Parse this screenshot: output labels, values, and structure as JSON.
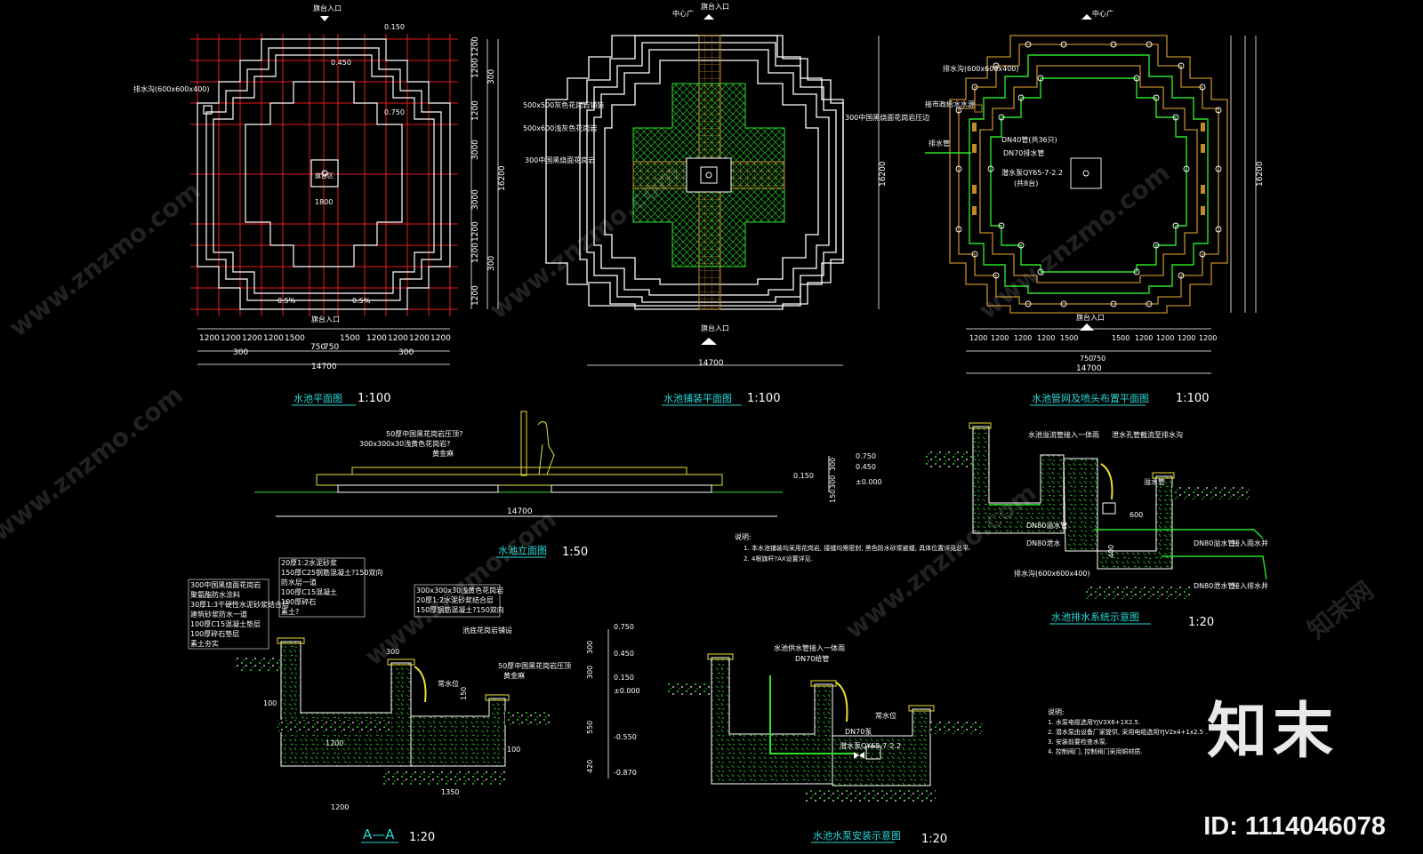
{
  "watermark": {
    "site": "www.znzmo.com",
    "site_cn": "知末网",
    "logo": "知末",
    "id_text": "ID: 1114046078"
  },
  "plan1": {
    "title": "水池平面图",
    "scale": "1:100",
    "top_entry": "旗台入口",
    "bottom_entry": "旗台入口",
    "center_label": "旗台区",
    "center_size": "1800",
    "drain": "排水沟(600x600x400)",
    "elev_labels": [
      "0.150",
      "0.450",
      "0.750",
      "0.5%",
      "0.5%"
    ],
    "bottom_dims": [
      "1200",
      "1200",
      "1200",
      "1200",
      "1500",
      "750",
      "750",
      "1500",
      "1200",
      "1200",
      "1200",
      "1200"
    ],
    "bottom_sub": [
      "300",
      "300"
    ],
    "total": "14700",
    "right_dims": [
      "1200",
      "1200",
      "1200",
      "3000",
      "3000",
      "1200",
      "1200",
      "1200"
    ],
    "right_sub": [
      "300",
      "300"
    ],
    "right_total": "16200"
  },
  "plan2": {
    "title": "水池铺装平面图",
    "scale": "1:100",
    "top_entry": "旗台入口",
    "bottom_entry": "旗台入口",
    "top_label": "中心广",
    "notes": [
      "500x500灰色花岗岩铺装",
      "500x600浅灰色花岗岩",
      "300中国黑烧面花岗岩",
      "300中国黑烧面花岗岩压边"
    ],
    "total": "14700",
    "right_total": "16200"
  },
  "plan3": {
    "title": "水池管网及喷头布置平面图",
    "scale": "1:100",
    "top_entry": "中心广",
    "bottom_entry": "旗台入口",
    "notes": [
      "排水沟(600x600x400)",
      "接市政给水水源",
      "排水管",
      "DN40管(共36只)",
      "DN70排水管",
      "潜水泵QY65-7-2.2",
      "(共8台)"
    ],
    "bottom_dims": [
      "1200",
      "1200",
      "1200",
      "1200",
      "1500",
      "750",
      "750",
      "1500",
      "1200",
      "1200",
      "1200",
      "1200"
    ],
    "total": "14700",
    "right_total": "16200"
  },
  "elevation": {
    "title": "水池立面图",
    "scale": "1:50",
    "notes": [
      "50厚中国黑花岗岩压顶?",
      "300x300x30浅黄色花岗岩?",
      "黄金麻"
    ],
    "levels": [
      "0.750",
      "0.450",
      "0.150",
      "±0.000"
    ],
    "side_dims": [
      "300",
      "300",
      "150"
    ],
    "total": "14700",
    "remarks_title": "说明:",
    "remarks": [
      "1. 本水池铺装均采用花岗岩, 接缝均需密封, 黑色防水砂浆嵌缝, 具体位置详见总平.",
      "2. 4根旗杆?AX设置详见."
    ]
  },
  "drainage": {
    "title": "水池排水系统示意图",
    "scale": "1:20",
    "notes": [
      "水池溢流管接入一体雨",
      "泄水孔管截流至排水沟",
      "溢水管",
      "DN80溢水管",
      "DN80泄水",
      "排水沟(600x600x400)",
      "DN80溢水管",
      "接入雨水井",
      "DN80泄水管",
      "接入排水井"
    ],
    "dims": [
      "600",
      "400"
    ]
  },
  "section_aa": {
    "title": "A—A",
    "scale": "1:20",
    "notes_left": [
      "300中国黑烧面花岗岩",
      "聚氨酯防水涂料",
      "30厚1:3干硬性水泥砂浆结合层",
      "建筑砂浆防水一道",
      "100厚C15混凝土垫层",
      "100厚碎石垫层",
      "素土夯实"
    ],
    "notes_top": [
      "20厚1:2水泥砂浆",
      "150厚C25钢筋混凝土?150双向",
      "防水层一道",
      "100厚C15混凝土",
      "100厚碎石",
      "素土?"
    ],
    "notes_inner": [
      "300x300x30浅黄色花岗岩",
      "20厚1:2水泥砂浆结合层",
      "150厚钢筋混凝土?150双向"
    ],
    "notes_right": [
      "池底花岗岩铺设",
      "50厚中国黑花岗岩压顶",
      "黄金麻"
    ],
    "water": "常水位",
    "levels": [
      "0.750",
      "0.450",
      "0.150",
      "±0.000",
      "-0.550",
      "-0.870"
    ],
    "dims": [
      "300",
      "1200",
      "1350",
      "1200",
      "100",
      "100",
      "420",
      "550",
      "300",
      "300",
      "150"
    ]
  },
  "pump": {
    "title": "水池水泵安装示意图",
    "scale": "1:20",
    "notes": [
      "水池供水管接入一体雨",
      "DN70给管",
      "常水位",
      "DN70泵",
      "潜水泵QY65-7-2.2"
    ],
    "remarks_title": "说明:",
    "remarks": [
      "1. 水泵电缆选用YJV3X6+1X2.5.",
      "2. 潜水泵由设备厂家提供, 采用电缆选用YJV2x4+1x2.5 .",
      "3. 安装前要检查水泵.",
      "4. 控制阀门, 控制阀门采用铜材质."
    ]
  },
  "colors": {
    "bg": "#000000",
    "line": "#ffffff",
    "red": "#ff2020",
    "yellow": "#e9e036",
    "green": "#2ae22a",
    "orange": "#c08a2a",
    "cyan": "#27d9d9",
    "gray": "#8c8c8c"
  }
}
